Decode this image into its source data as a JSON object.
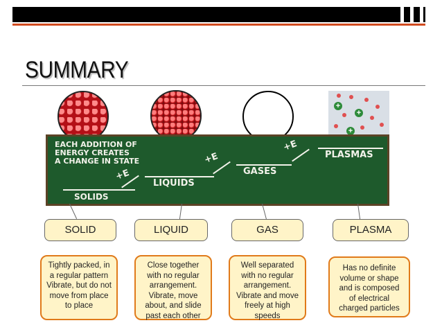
{
  "slide": {
    "title": "SUMMARY"
  },
  "board": {
    "heading_lines": [
      "EACH ADDITION OF",
      "ENERGY CREATES",
      "A CHANGE IN STATE"
    ],
    "energy_label": "+E",
    "states": [
      "SOLIDS",
      "LIQUIDS",
      "GASES",
      "PLASMAS"
    ]
  },
  "callouts": [
    {
      "label": "SOLID"
    },
    {
      "label": "LIQUID"
    },
    {
      "label": "GAS"
    },
    {
      "label": "PLASMA"
    }
  ],
  "descriptions": [
    {
      "lines": [
        "Tightly packed, in",
        "a regular pattern",
        "Vibrate, but do not",
        "move from place",
        "to place"
      ]
    },
    {
      "lines": [
        "Close together",
        "with no regular",
        "arrangement.",
        "Vibrate, move",
        "about, and slide",
        "past each other"
      ]
    },
    {
      "lines": [
        "Well separated",
        "with no regular",
        "arrangement.",
        "Vibrate and move",
        "freely at high",
        "speeds"
      ]
    },
    {
      "lines": [
        "Has no definite",
        "volume or shape",
        "and is composed",
        "of electrical",
        "charged particles"
      ]
    }
  ],
  "colors": {
    "accent_orange": "#d04a1e",
    "box_fill": "#fff4c8",
    "box_border": "#e07a1a",
    "chalkboard": "#1e5a2c"
  }
}
